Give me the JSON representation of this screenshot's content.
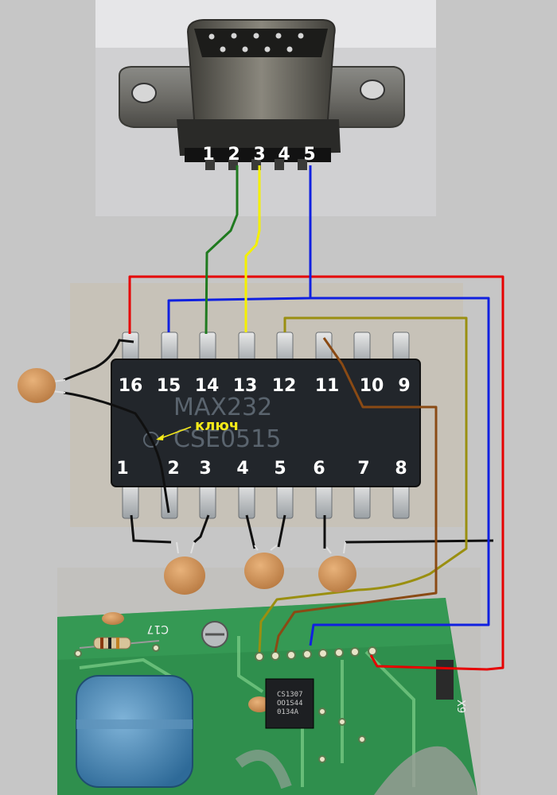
{
  "connector": {
    "pin_labels": [
      "1",
      "2",
      "3",
      "4",
      "5"
    ]
  },
  "chip": {
    "marking_line1": "MAX232",
    "marking_line2": "CSE0515",
    "key_label": "ключ",
    "top_pin_labels": [
      "16",
      "15",
      "14",
      "13",
      "12",
      "11",
      "10",
      "9"
    ],
    "bottom_pin_labels": [
      "1",
      "2",
      "3",
      "4",
      "5",
      "6",
      "7",
      "8"
    ]
  },
  "board": {
    "silkscreen_c17": "C17",
    "silkscreen_x9": "X9",
    "ic_marking_line1": "CS1307",
    "ic_marking_line2": "OO1S44",
    "ic_marking_line3": "0134A"
  },
  "colors": {
    "wire_red": "#e60000",
    "wire_blue": "#1020e0",
    "wire_green": "#1f7a1f",
    "wire_yellow": "#f4f000",
    "wire_olive": "#9a8f10",
    "wire_brown": "#8a4a14",
    "wire_black": "#101010",
    "capacitor": "#d79a5e",
    "pcb": "#2f8f4d"
  }
}
